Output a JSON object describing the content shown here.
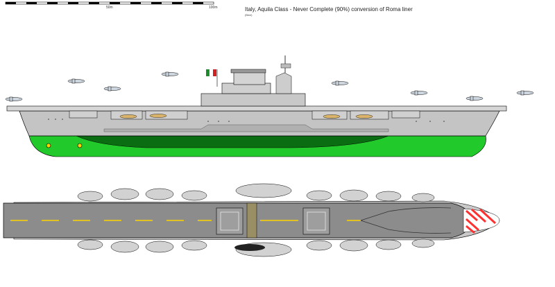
{
  "title": "Italy, Aquila Class - Never Complete (90%) conversion of Roma liner",
  "author_tag": "(Bwn)",
  "scale": {
    "labels": [
      "50m",
      "100m"
    ]
  },
  "colors": {
    "hull_grey": "#c4c4c4",
    "deck_grey": "#8c8c8c",
    "waterline_green": "#22c92a",
    "dark_green": "#0b6d12",
    "deck_stripe": "#ffd400",
    "bow_stripe_red": "#ff3030",
    "flag_green": "#1b8a2a",
    "flag_red": "#d21f1f"
  }
}
